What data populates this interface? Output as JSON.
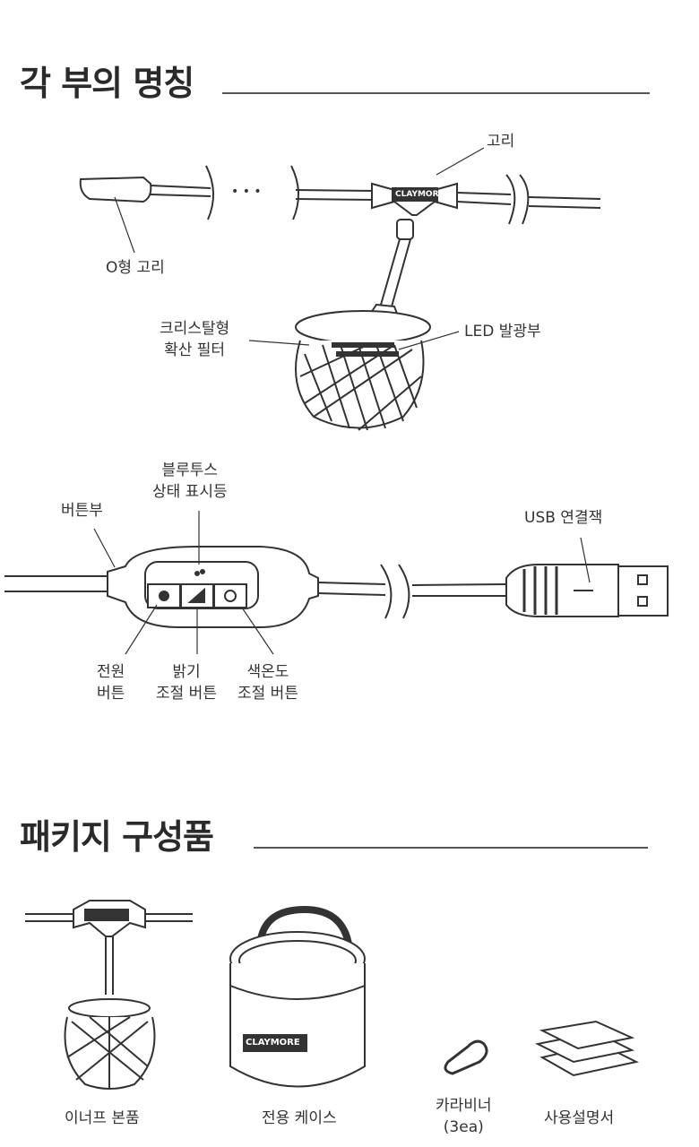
{
  "section1": {
    "title": "각 부의 명칭",
    "labels": {
      "hook": "고리",
      "o_ring": "O형 고리",
      "filter_line1": "크리스탈형",
      "filter_line2": "확산 필터",
      "led": "LED 발광부",
      "bt_line1": "블루투스",
      "bt_line2": "상태 표시등",
      "button_unit": "버튼부",
      "usb": "USB 연결잭",
      "power_line1": "전원",
      "power_line2": "버튼",
      "bright_line1": "밝기",
      "bright_line2": "조절 버튼",
      "color_line1": "색온도",
      "color_line2": "조절 버튼"
    },
    "logo": "CLAYMORE",
    "ellipsis": "• • •"
  },
  "section2": {
    "title": "패키지 구성품",
    "items": [
      {
        "label": "이너프 본품"
      },
      {
        "label": "전용 케이스"
      },
      {
        "label_line1": "카라비너",
        "label_line2": "(3ea)"
      },
      {
        "label": "사용설명서"
      }
    ],
    "logo": "CLAYMORE"
  }
}
